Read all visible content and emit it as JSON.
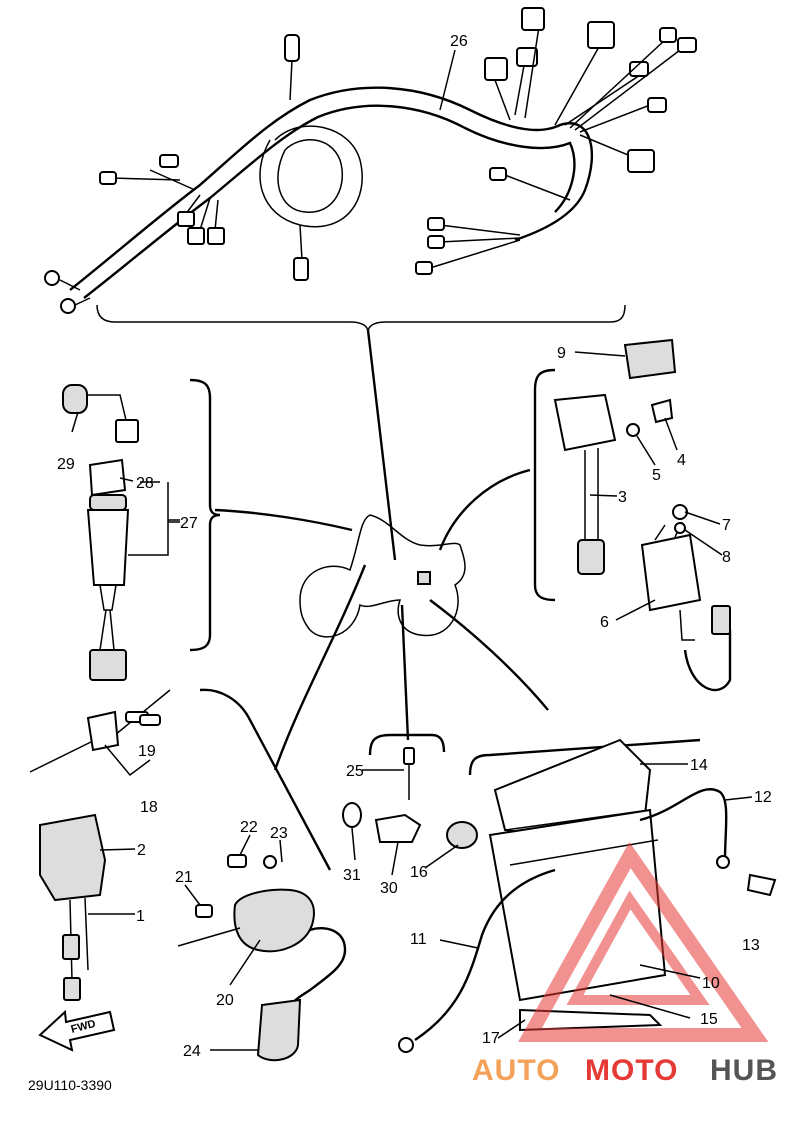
{
  "reference_code": "29U110-3390",
  "fwd_label": "FWD",
  "watermark": {
    "auto": "AUTO",
    "moto": "MOTO",
    "hub": "HUB",
    "color_red": "#e53935",
    "color_orange": "#f4a25a",
    "color_gray": "#555555"
  },
  "part_labels": [
    "1",
    "2",
    "3",
    "4",
    "5",
    "6",
    "7",
    "8",
    "9",
    "10",
    "11",
    "12",
    "13",
    "14",
    "15",
    "16",
    "17",
    "18",
    "19",
    "20",
    "21",
    "22",
    "23",
    "24",
    "25",
    "26",
    "27",
    "28",
    "29",
    "30",
    "31"
  ]
}
